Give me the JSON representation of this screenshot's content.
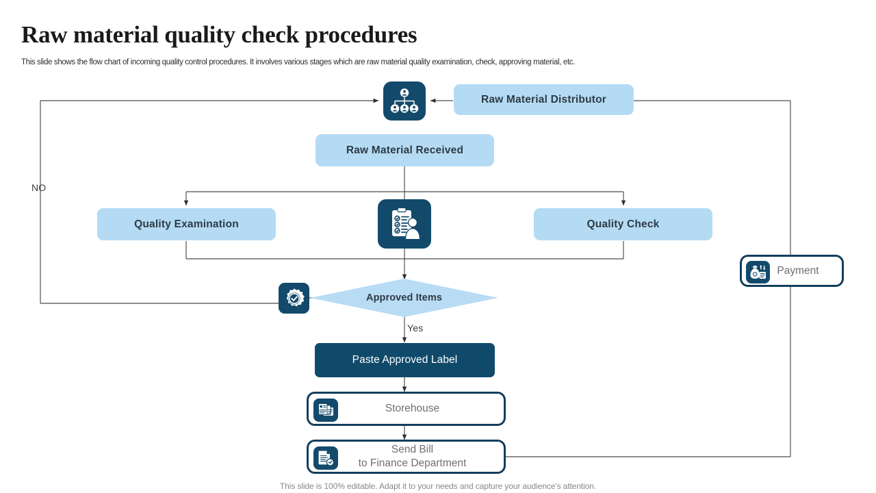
{
  "slide": {
    "title": "Raw material quality check procedures",
    "subtitle": "This slide shows the flow chart of incoming quality control procedures. It involves various stages which are raw material quality examination, check, approving material, etc.",
    "footer": "This slide is 100% editable. Adapt it to your needs and capture your audience's attention."
  },
  "colors": {
    "light_blue": "#b5dbf4",
    "diamond_blue": "#b9dcf5",
    "dark_navy": "#104a6b",
    "outline_navy": "#123f5c",
    "connector_gray": "#3a3a3a",
    "title_black": "#1a1a1a",
    "muted_text": "#6f6f6f",
    "footer_gray": "#878787"
  },
  "flow": {
    "nodes": [
      {
        "id": "distributor_icon",
        "type": "icon-tile",
        "icon": "org-hierarchy-icon",
        "label": ""
      },
      {
        "id": "raw_material_distributor",
        "type": "light",
        "label": "Raw Material  Distributor"
      },
      {
        "id": "raw_material_received",
        "type": "light",
        "label": "Raw Material  Received"
      },
      {
        "id": "quality_examination",
        "type": "light",
        "label": "Quality  Examination"
      },
      {
        "id": "checklist_icon",
        "type": "icon-tile",
        "icon": "clipboard-checklist-person-icon",
        "label": ""
      },
      {
        "id": "quality_check",
        "type": "light",
        "label": "Quality  Check"
      },
      {
        "id": "gear_icon",
        "type": "icon-tile",
        "icon": "gear-check-icon",
        "label": ""
      },
      {
        "id": "approved_items",
        "type": "diamond",
        "label": "Approved Items"
      },
      {
        "id": "paste_approved_label",
        "type": "dark",
        "label": "Paste Approved Label"
      },
      {
        "id": "storehouse",
        "type": "outline",
        "icon": "documents-icon",
        "label": "Storehouse"
      },
      {
        "id": "send_bill",
        "type": "outline",
        "icon": "invoice-icon",
        "label_line1": "Send Bill",
        "label_line2": "to Finance Department"
      },
      {
        "id": "payment",
        "type": "outline",
        "icon": "money-bag-icon",
        "label": "Payment"
      }
    ],
    "edge_labels": {
      "no": "NO",
      "yes": "Yes"
    }
  }
}
